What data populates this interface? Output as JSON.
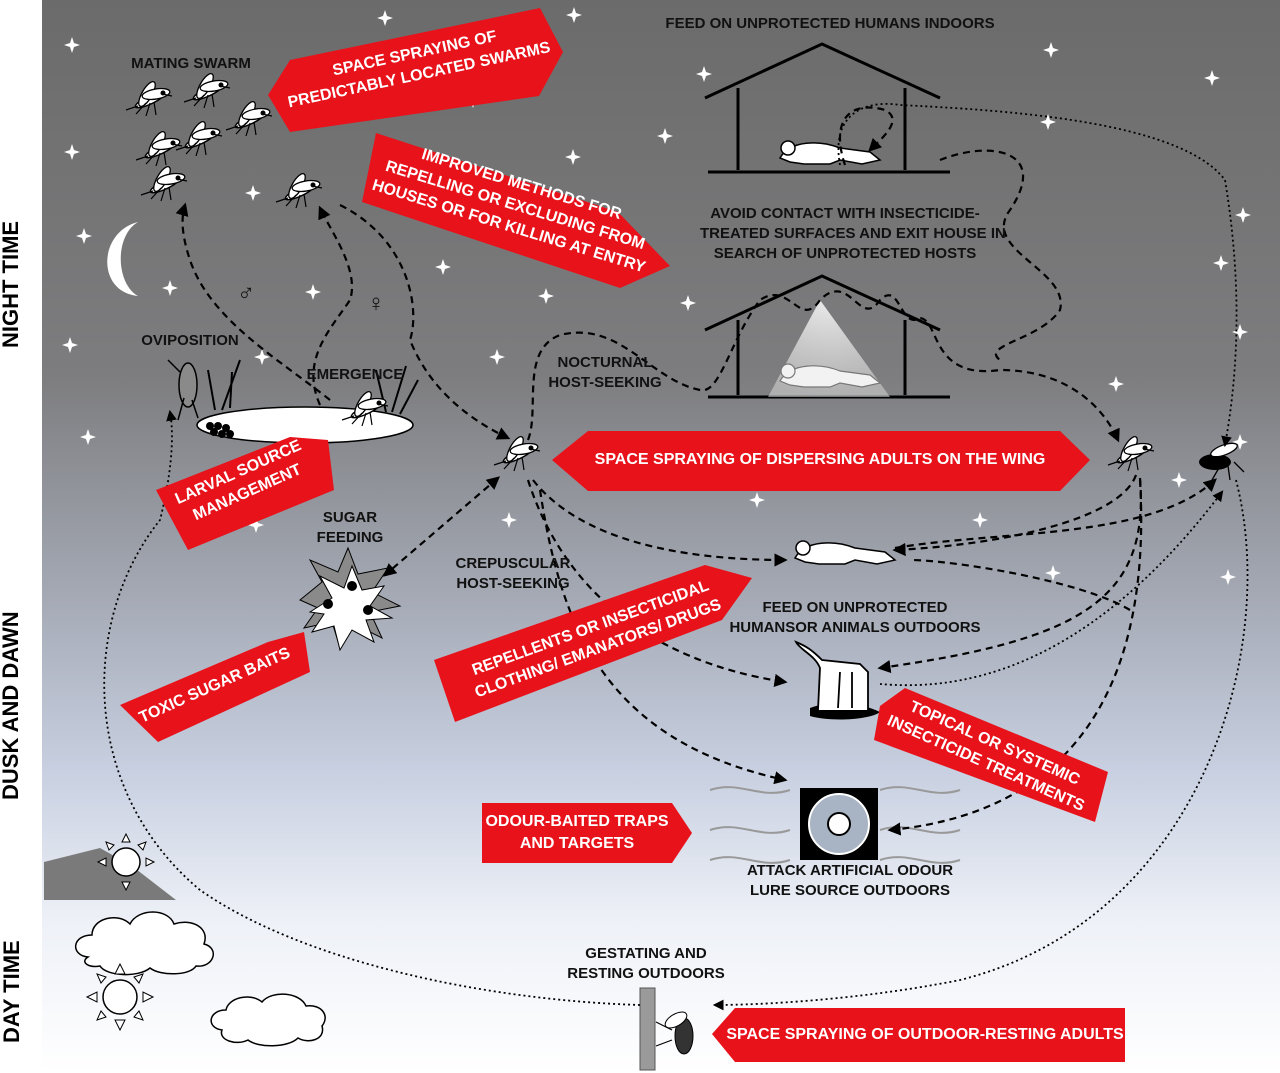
{
  "side_labels": {
    "night": "NIGHT TIME",
    "dusk": "DUSK AND DAWN",
    "day": "DAY TIME"
  },
  "labels": {
    "mating_swarm": "MATING SWARM",
    "feed_indoors": "FEED ON UNPROTECTED HUMANS INDOORS",
    "avoid_contact": [
      "AVOID CONTACT WITH INSECTICIDE-",
      "TREATED SURFACES AND EXIT HOUSE IN",
      "SEARCH OF UNPROTECTED HOSTS"
    ],
    "oviposition": "OVIPOSITION",
    "emergence": "EMERGENCE",
    "nocturnal": [
      "NOCTURNAL",
      "HOST-SEEKING"
    ],
    "sugar_feeding": [
      "SUGAR",
      "FEEDING"
    ],
    "crepuscular": [
      "CREPUSCULAR",
      "HOST-SEEKING"
    ],
    "feed_outdoors": [
      "FEED ON UNPROTECTED",
      "HUMANSOR ANIMALS OUTDOORS"
    ],
    "attack_lure": [
      "ATTACK ARTIFICIAL ODOUR",
      "LURE SOURCE OUTDOORS"
    ],
    "gestating": [
      "GESTATING AND",
      "RESTING OUTDOORS"
    ],
    "male_symbol": "♂",
    "female_symbol": "♀"
  },
  "interventions": {
    "swarm_spraying": [
      "SPACE SPRAYING OF",
      "PREDICTABLY LOCATED SWARMS"
    ],
    "improved_methods": [
      "IMPROVED METHODS FOR",
      "REPELLING OR EXCLUDING FROM",
      "HOUSES OR FOR KILLING AT ENTRY"
    ],
    "dispersing_spraying": "SPACE SPRAYING OF DISPERSING ADULTS ON THE WING",
    "larval_source": [
      "LARVAL SOURCE",
      "MANAGEMENT"
    ],
    "toxic_sugar": "TOXIC SUGAR BAITS",
    "repellents": [
      "REPELLENTS OR INSECTICIDAL",
      "CLOTHING/ EMANATORS/ DRUGS"
    ],
    "topical": [
      "TOPICAL OR SYSTEMIC",
      "INSECTICIDE TREATMENTS"
    ],
    "odour_traps": [
      "ODOUR-BAITED TRAPS",
      "AND TARGETS"
    ],
    "outdoor_resting": "SPACE SPRAYING OF OUTDOOR-RESTING ADULTS"
  },
  "colors": {
    "intervention_red": "#e8121b",
    "night_sky": "#6e6e6e",
    "dusk_sky": "#c9d3e6"
  },
  "icons": [
    "moon-icon",
    "star-icon",
    "sun-icon",
    "cloud-icon",
    "mosquito-icon",
    "house-icon",
    "human-figure-icon",
    "goat-icon",
    "flower-icon",
    "odour-trap-icon",
    "hill-icon"
  ]
}
